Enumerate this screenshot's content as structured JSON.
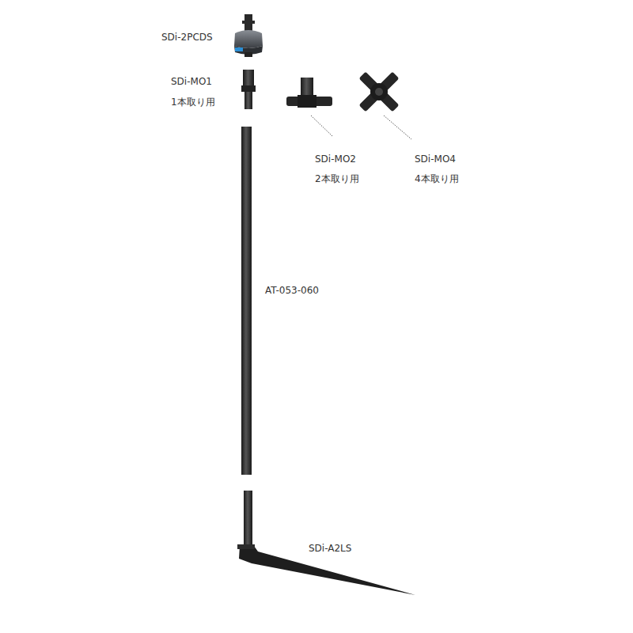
{
  "diagram": {
    "labels": [
      "SDi-2PCDS",
      "SDi-MO1",
      "1本取り用",
      "SDi-MO2",
      "2本取り用",
      "SDi-MO4",
      "4本取り用",
      "AT-053-060",
      "SDi-A2LS"
    ]
  }
}
